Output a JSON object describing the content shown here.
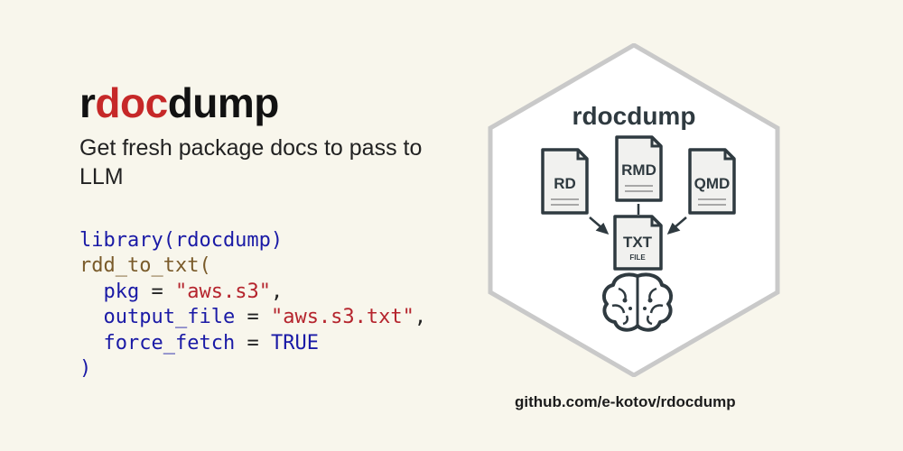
{
  "title": {
    "part1": "r",
    "part2": "doc",
    "part3": "dump"
  },
  "subtitle": "Get fresh package docs to pass to LLM",
  "code": {
    "line1_fn": "library(rdocdump)",
    "line2_fn": "rdd_to_txt(",
    "line3_arg": "pkg",
    "line3_op": " = ",
    "line3_val": "\"aws.s3\"",
    "line3_comma": ",",
    "line4_arg": "output_file",
    "line4_op": " = ",
    "line4_val": "\"aws.s3.txt\"",
    "line4_comma": ",",
    "line5_arg": "force_fetch",
    "line5_op": " = ",
    "line5_val": "TRUE",
    "line6_close": ")"
  },
  "logo": {
    "name": "rdocdump",
    "doc_rd": "RD",
    "doc_rmd": "RMD",
    "doc_qmd": "QMD",
    "doc_txt": "TXT",
    "doc_txt_sub": "FILE",
    "icons": [
      "document-icon",
      "arrow-icon",
      "brain-icon"
    ]
  },
  "url": "github.com/e-kotov/rdocdump",
  "colors": {
    "background": "#f8f6ec",
    "accent_red": "#c62828",
    "hex_border": "#c9c9c9",
    "icon_dark": "#2f3a40",
    "doc_fill": "#f1f1ef"
  }
}
